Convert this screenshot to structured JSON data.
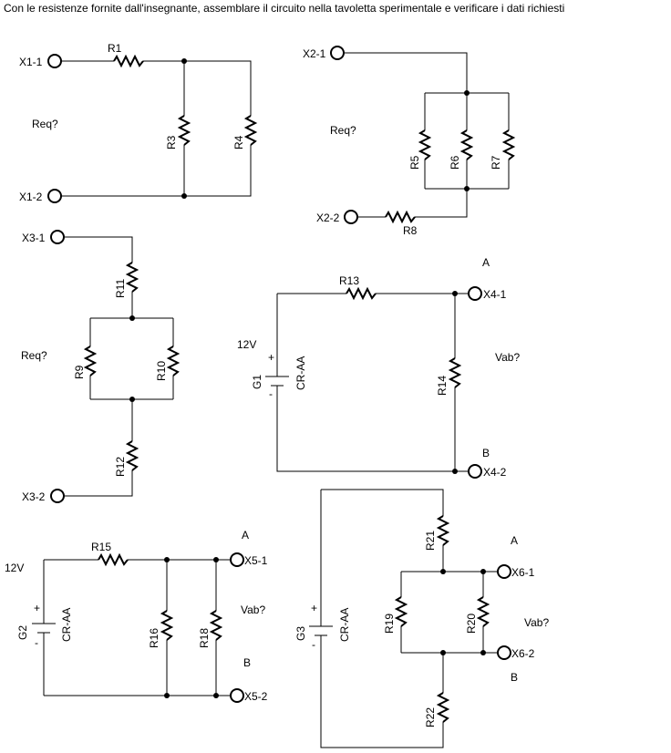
{
  "instruction": "Con le resistenze fornite dall'insegnante, assemblare il circuito nella tavoletta sperimentale e verificare i dati richiesti",
  "circuit1": {
    "t1": "X1-1",
    "t2": "X1-2",
    "question": "Req?",
    "r1": "R1",
    "r3": "R3",
    "r4": "R4"
  },
  "circuit2": {
    "t1": "X2-1",
    "t2": "X2-2",
    "question": "Req?",
    "r5": "R5",
    "r6": "R6",
    "r7": "R7",
    "r8": "R8"
  },
  "circuit3": {
    "t1": "X3-1",
    "t2": "X3-2",
    "question": "Req?",
    "r9": "R9",
    "r10": "R10",
    "r11": "R11",
    "r12": "R12"
  },
  "circuit4": {
    "voltage": "12V",
    "source": "G1",
    "source_type": "CR-AA",
    "plus": "+",
    "minus": "-",
    "r13": "R13",
    "r14": "R14",
    "node_a": "A",
    "node_b": "B",
    "t1": "X4-1",
    "t2": "X4-2",
    "question": "Vab?"
  },
  "circuit5": {
    "voltage": "12V",
    "source": "G2",
    "source_type": "CR-AA",
    "plus": "+",
    "minus": "-",
    "r15": "R15",
    "r16": "R16",
    "r18": "R18",
    "node_a": "A",
    "node_b": "B",
    "t1": "X5-1",
    "t2": "X5-2",
    "question": "Vab?"
  },
  "circuit6": {
    "source": "G3",
    "source_type": "CR-AA",
    "plus": "+",
    "minus": "-",
    "r19": "R19",
    "r20": "R20",
    "r21": "R21",
    "r22": "R22",
    "node_a": "A",
    "node_b": "B",
    "t1": "X6-1",
    "t2": "X6-2",
    "question": "Vab?"
  }
}
